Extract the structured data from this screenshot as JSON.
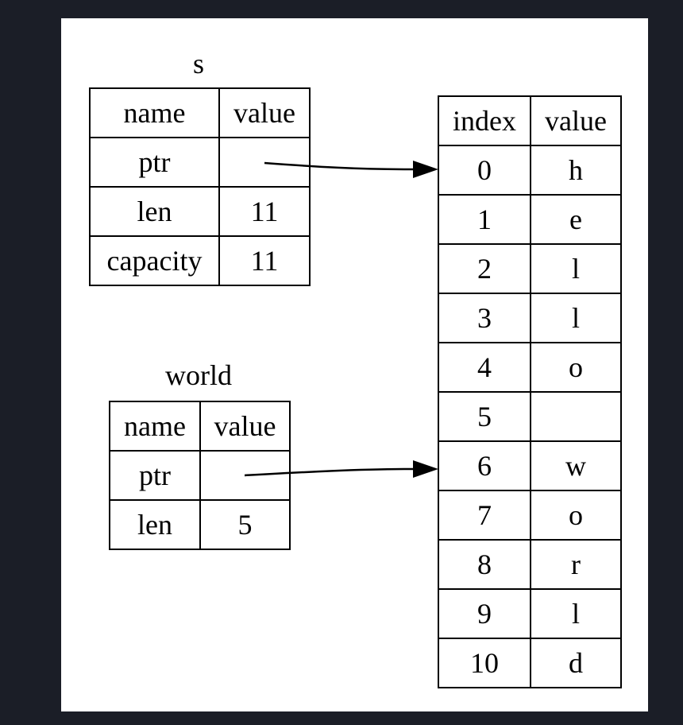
{
  "s": {
    "title": "s",
    "headers": [
      "name",
      "value"
    ],
    "rows": [
      {
        "name": "ptr",
        "value": ""
      },
      {
        "name": "len",
        "value": "11"
      },
      {
        "name": "capacity",
        "value": "11"
      }
    ]
  },
  "world": {
    "title": "world",
    "headers": [
      "name",
      "value"
    ],
    "rows": [
      {
        "name": "ptr",
        "value": ""
      },
      {
        "name": "len",
        "value": "5"
      }
    ]
  },
  "heap": {
    "headers": [
      "index",
      "value"
    ],
    "rows": [
      {
        "index": "0",
        "value": "h"
      },
      {
        "index": "1",
        "value": "e"
      },
      {
        "index": "2",
        "value": "l"
      },
      {
        "index": "3",
        "value": "l"
      },
      {
        "index": "4",
        "value": "o"
      },
      {
        "index": "5",
        "value": ""
      },
      {
        "index": "6",
        "value": "w"
      },
      {
        "index": "7",
        "value": "o"
      },
      {
        "index": "8",
        "value": "r"
      },
      {
        "index": "9",
        "value": "l"
      },
      {
        "index": "10",
        "value": "d"
      }
    ]
  },
  "colors": {
    "background": "#1b1e27",
    "canvas": "#ffffff",
    "ink": "#000000"
  }
}
